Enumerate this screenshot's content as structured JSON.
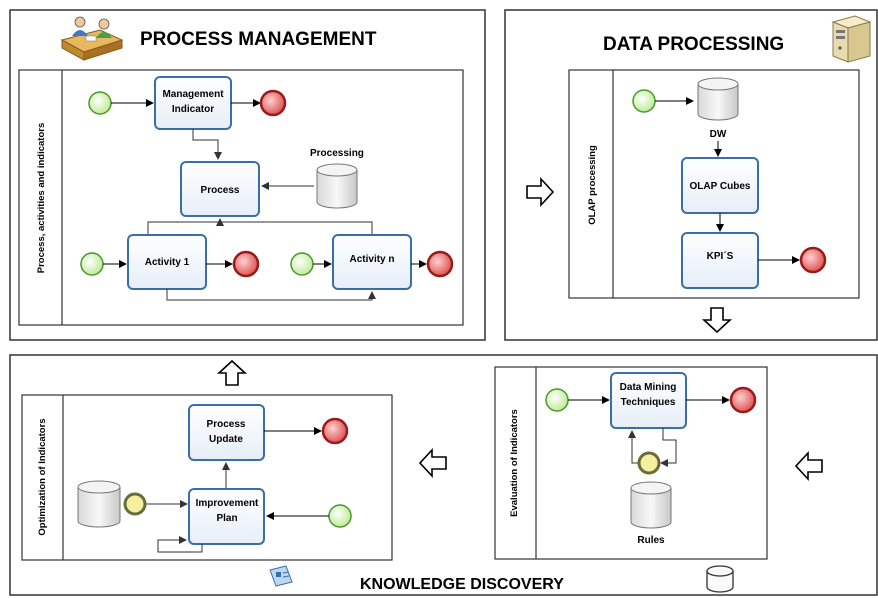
{
  "sections": {
    "process_management": "PROCESS MANAGEMENT",
    "data_processing": "DATA PROCESSING",
    "knowledge_discovery": "KNOWLEDGE DISCOVERY"
  },
  "lanes": {
    "pm": "Process, activities and indicators",
    "dp": "OLAP processing",
    "eval": "Evaluation of Indicators",
    "opt": "Optimization of Indicators"
  },
  "pm": {
    "management_indicator": [
      "Management",
      "Indicator"
    ],
    "process": "Process",
    "processing": "Processing",
    "activity1": "Activity 1",
    "activityn": "Activity n"
  },
  "dp": {
    "dw": "DW",
    "olap_cubes": "OLAP Cubes",
    "kpis": "KPI´S"
  },
  "eval": {
    "dm": [
      "Data Mining",
      "Techniques"
    ],
    "rules": "Rules"
  },
  "opt": {
    "process_update": [
      "Process",
      "Update"
    ],
    "improvement_plan": [
      "Improvement",
      "Plan"
    ]
  },
  "icons": {
    "pm_icon": "people-meeting-icon",
    "dp_icon": "server-computer-icon",
    "kd_card_icon": "id-card-icon",
    "kd_db_icon": "database-icon"
  },
  "colors": {
    "start_fill": "#c8f0a0",
    "start_stroke": "#4a9a2a",
    "end_fill": "#e06060",
    "end_stroke": "#9a1a1a",
    "task_stroke": "#3a6ea8",
    "gateway_fill": "#f5f0a0"
  }
}
